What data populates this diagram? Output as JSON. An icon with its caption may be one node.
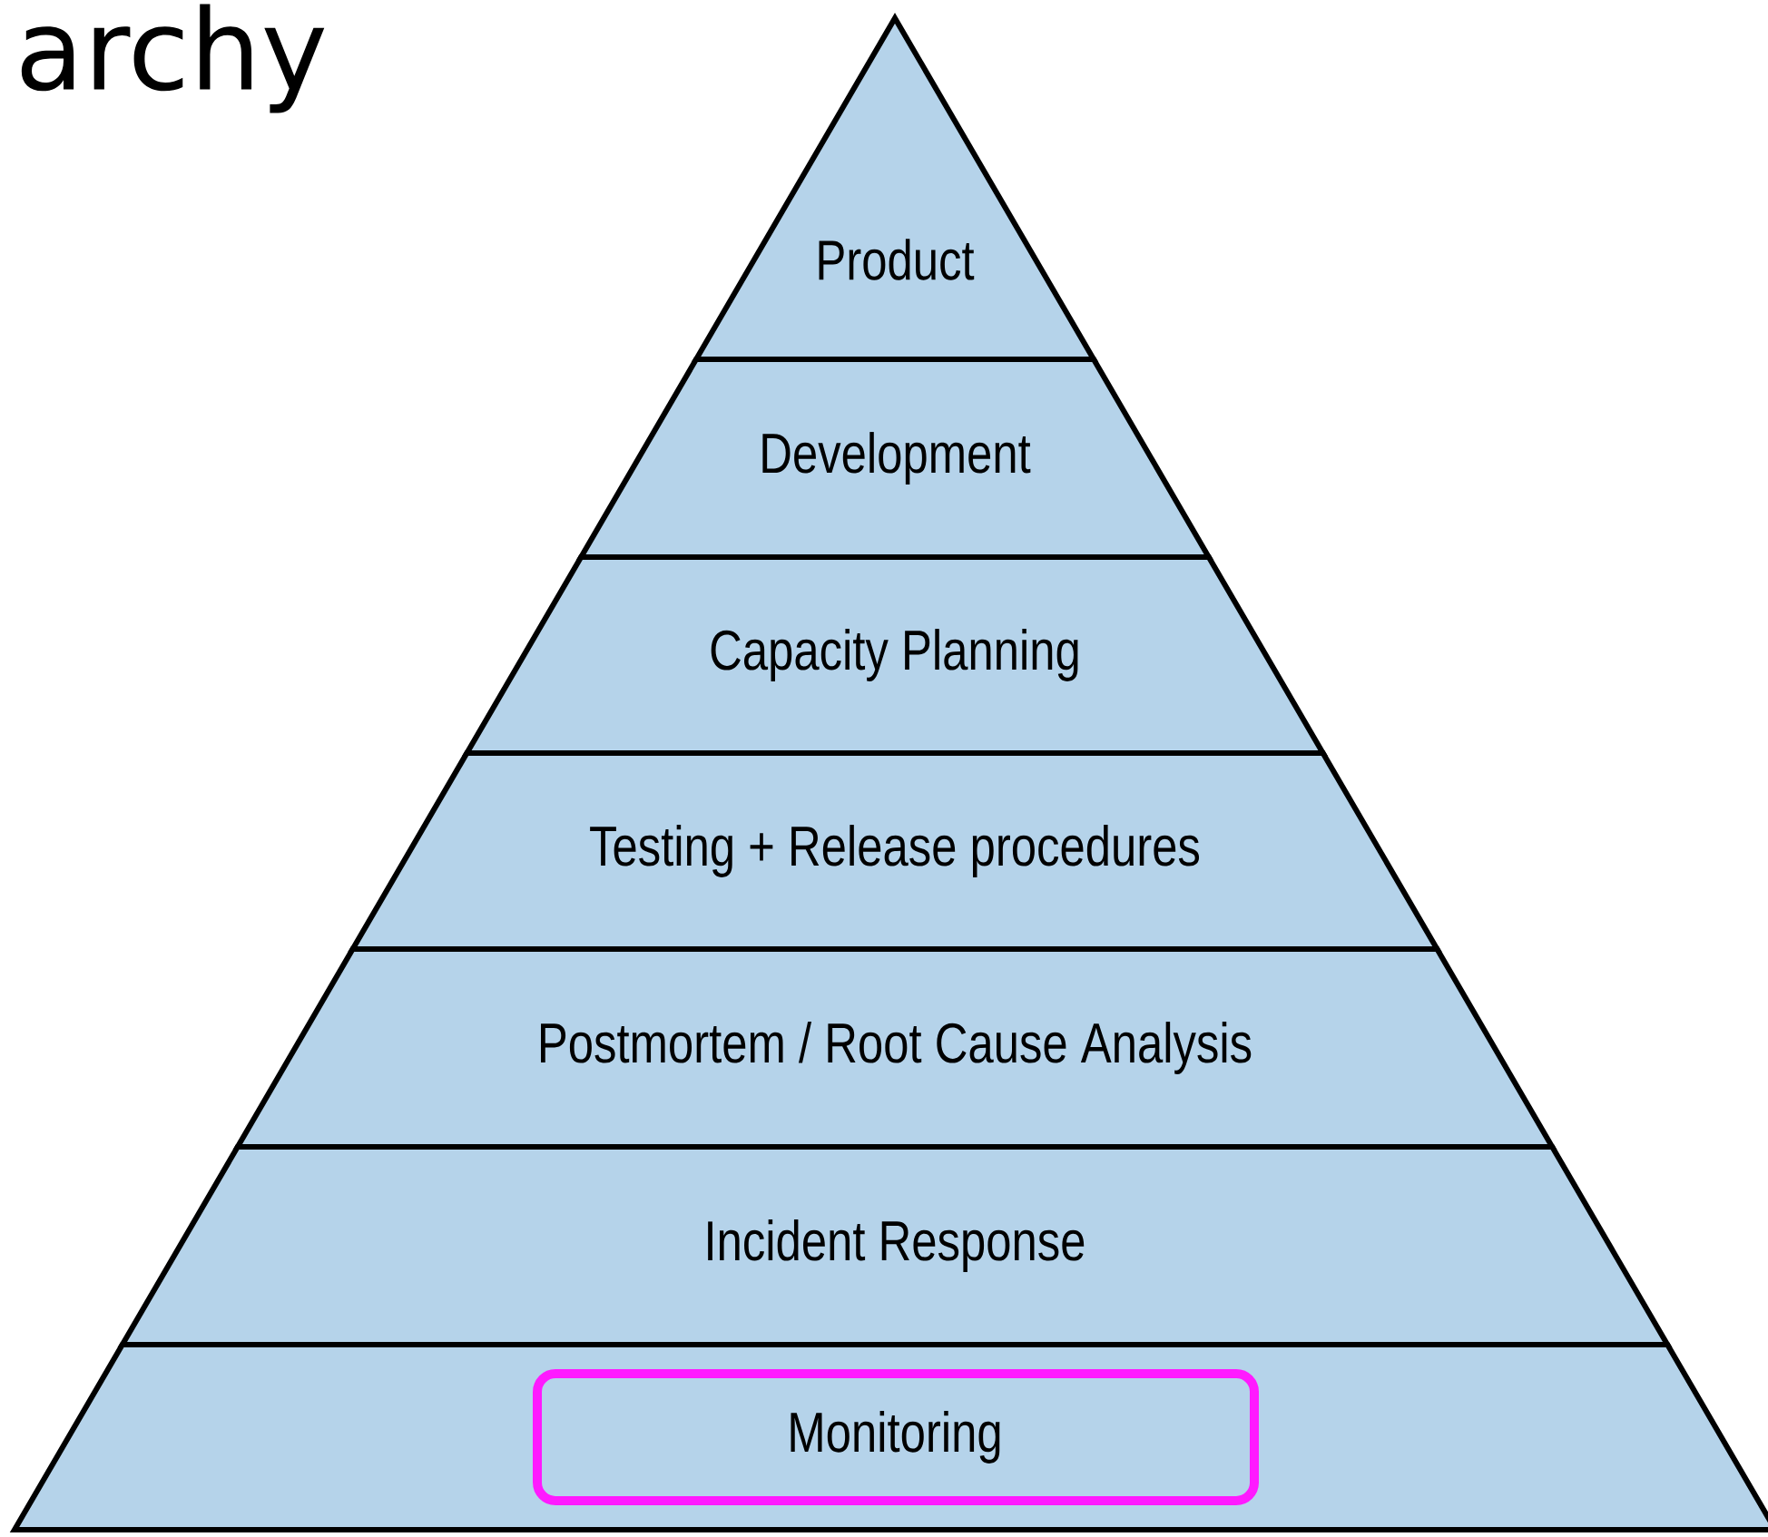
{
  "diagram": {
    "title": "archy",
    "nodes": [
      {
        "text": [
          "Product"
        ]
      },
      {
        "text": [
          "Development"
        ]
      },
      {
        "text": [
          "Capacity Planning"
        ]
      },
      {
        "text": [
          "Testing + Release procedures"
        ]
      },
      {
        "text": [
          "Postmortem / Root Cause Analysis"
        ]
      },
      {
        "text": [
          "Incident Response"
        ]
      },
      {
        "text": [
          "Monitoring"
        ]
      }
    ]
  }
}
